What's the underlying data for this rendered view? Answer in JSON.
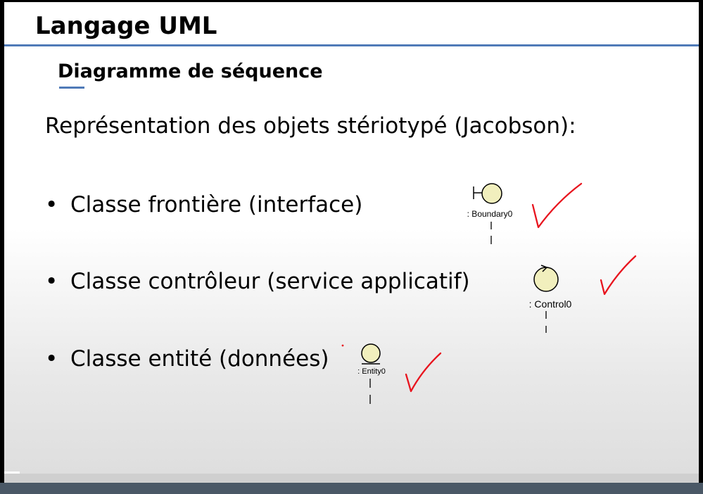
{
  "header": {
    "title": "Langage UML"
  },
  "section": {
    "subtitle": "Diagramme de séquence"
  },
  "intro": "Représentation des objets stériotypé (Jacobson):",
  "bullets": [
    {
      "text": "Classe frontière (interface)",
      "symbol_label": ": Boundary0",
      "icon": "boundary-icon"
    },
    {
      "text": "Classe contrôleur (service applicatif)",
      "symbol_label": ": Control0",
      "icon": "control-icon"
    },
    {
      "text": "Classe entité (données)",
      "symbol_label": ": Entity0",
      "icon": "entity-icon"
    }
  ],
  "colors": {
    "accent": "#4f7ab8",
    "symbol_fill": "#f1efbd",
    "annotation": "#e8141e"
  }
}
